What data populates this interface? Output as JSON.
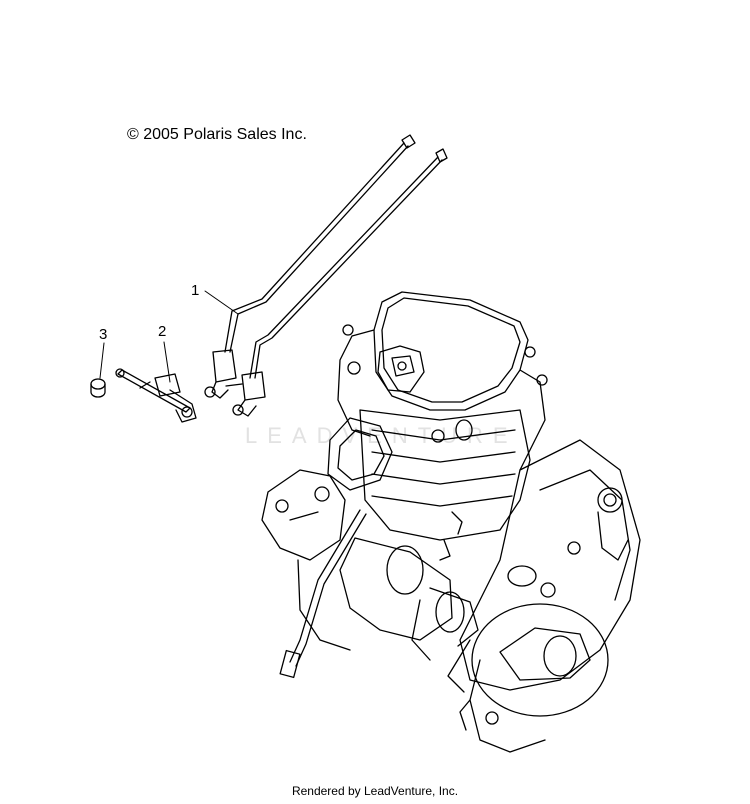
{
  "diagram": {
    "copyright": "© 2005 Polaris Sales Inc.",
    "watermark": "LEADVENTURE",
    "callouts": [
      {
        "label": "1",
        "part": "tubes"
      },
      {
        "label": "2",
        "part": "fitting-bracket"
      },
      {
        "label": "3",
        "part": "cap"
      }
    ],
    "footer": "Rendered by LeadVenture, Inc."
  }
}
